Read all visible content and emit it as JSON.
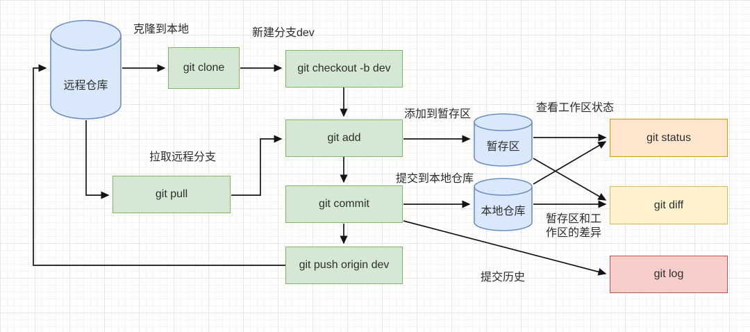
{
  "diagram": {
    "nodes": {
      "remote_repo": "远程仓库",
      "git_clone": "git clone",
      "git_checkout": "git checkout -b dev",
      "git_add": "git add",
      "git_commit": "git commit",
      "git_push": "git push origin dev",
      "git_pull": "git pull",
      "staging_area": "暂存区",
      "local_repo": "本地仓库",
      "git_status": "git status",
      "git_diff": "git diff",
      "git_log": "git log"
    },
    "labels": {
      "clone_to_local": "克隆到本地",
      "new_branch_dev": "新建分支dev",
      "add_to_staging": "添加到暂存区",
      "view_workspace_status": "查看工作区状态",
      "pull_remote_branch": "拉取远程分支",
      "commit_to_local_repo": "提交到本地仓库",
      "staging_workspace_diff": "暂存区和工作区的差异",
      "commit_history": "提交历史"
    },
    "colors": {
      "command_fill": "#d5e8d4",
      "command_border": "#82b366",
      "store_fill": "#dae8fc",
      "store_border": "#6c8ebf",
      "status_fill": "#ffe6cc",
      "status_border": "#d79b00",
      "diff_fill": "#fff2cc",
      "diff_border": "#d6b656",
      "log_fill": "#f8cecc",
      "log_border": "#b85450",
      "edge": "#141414"
    }
  }
}
